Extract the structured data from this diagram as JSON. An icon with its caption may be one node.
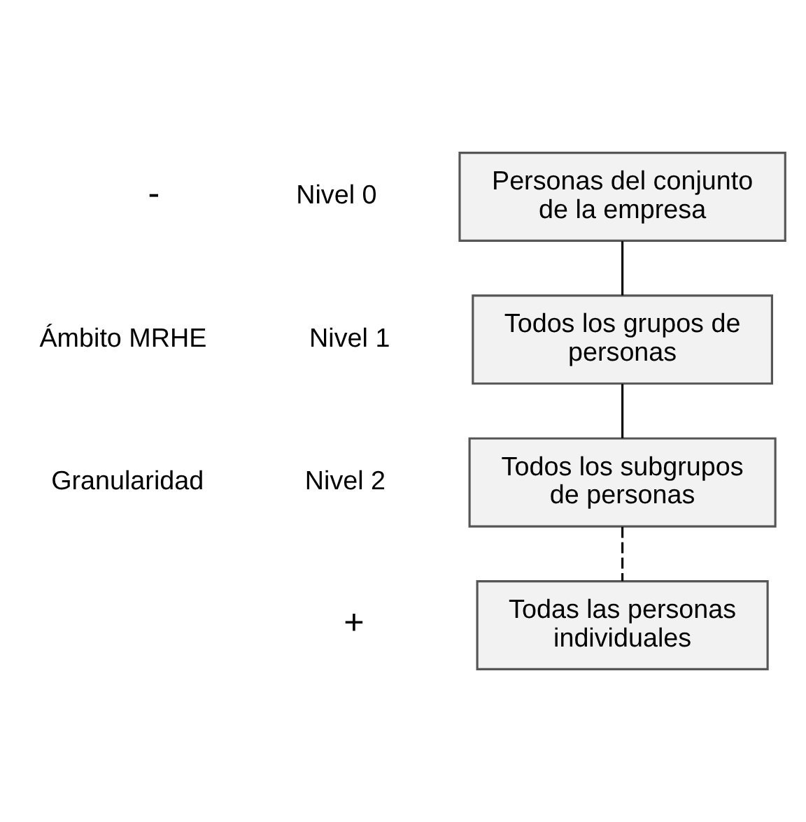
{
  "diagram": {
    "nodes": [
      {
        "text": [
          "Personas del conjunto de la empresa"
        ]
      },
      {
        "text": [
          "Todos los grupos de personas"
        ]
      },
      {
        "text": [
          "Todos los subgrupos de personas"
        ]
      },
      {
        "text": [
          "Todas las personas individuales"
        ]
      }
    ],
    "edges": [
      {
        "from": 0,
        "to": 1,
        "arrow": "none"
      },
      {
        "from": 1,
        "to": 2,
        "arrow": "none"
      },
      {
        "from": 2,
        "to": 3,
        "arrow": "none",
        "style": "dashed"
      }
    ],
    "labels": [
      "-",
      "Nivel 0",
      "Ámbito MRHE",
      "Nivel 1",
      "Granularidad",
      "Nivel 2",
      "+"
    ]
  }
}
